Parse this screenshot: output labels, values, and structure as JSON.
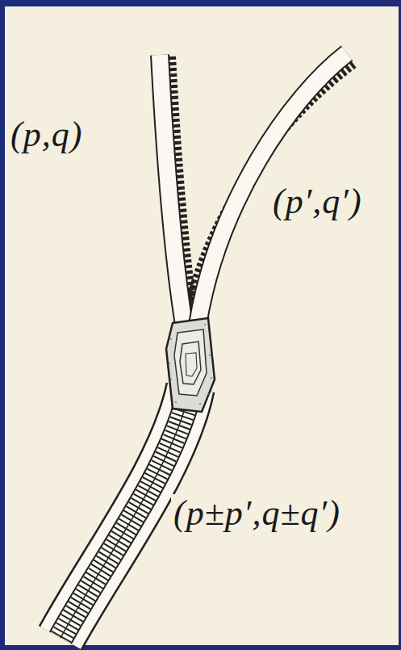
{
  "diagram": {
    "labels": [
      "(p,q)",
      "(p′,q′)",
      "(p±p′,q±q′)"
    ]
  }
}
